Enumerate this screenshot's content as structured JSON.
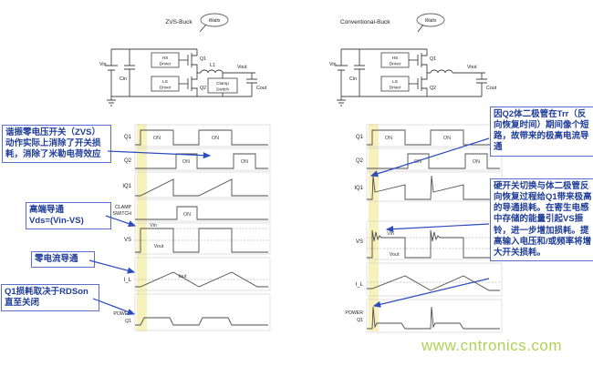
{
  "watermark": "www.cntronics.com",
  "wave": {
    "on": "ON",
    "vin": "Vin",
    "vout": "Vout",
    "iout": "Iout"
  },
  "left": {
    "title": "ZVS-Buck",
    "logo": "Watts",
    "circuit": {
      "vin": "Vin",
      "cin": "Cin",
      "hs_line1": "HS",
      "hs_line2": "Driver",
      "ls_line1": "LS",
      "ls_line2": "Driver",
      "q1": "Q1",
      "q2": "Q2",
      "l1": "L1",
      "vout": "Vout",
      "cout": "Cout",
      "clamp_line1": "Clamp",
      "clamp_line2": "Switch"
    },
    "rows": [
      [
        "Q1"
      ],
      [
        "Q2"
      ],
      [
        "IQ1"
      ],
      [
        "CLAMP",
        "SWITCH"
      ],
      [
        "VS"
      ],
      [
        "I_L"
      ],
      [
        "POWER",
        "Q1"
      ]
    ]
  },
  "right": {
    "title": "Conventional-Buck",
    "logo": "Watts",
    "circuit": {
      "vin": "Vin",
      "cin": "Cin",
      "hs_line1": "HS",
      "hs_line2": "Driver",
      "ls_line1": "LS",
      "ls_line2": "Driver",
      "q1": "Q1",
      "q2": "Q2",
      "vout": "Vout",
      "cout": "Cout"
    },
    "rows": [
      [
        "Q1"
      ],
      [
        "Q2"
      ],
      [
        "IQ1"
      ],
      [
        "VS"
      ],
      [
        "I_L"
      ],
      [
        "POWER",
        "Q1"
      ]
    ]
  },
  "annotations": {
    "zvs": "谐振零电压开关（ZVS）动作实际上消除了开关损耗，消除了米勒电荷效应",
    "high_side": "高端导通\nVds=(Vin-VS)",
    "zero_current": "零电流导通",
    "q1_loss": "Q1损耗取决于RDSon直至关闭",
    "trr": "因Q2体二极管在Trr（反向恢复时间）期间像个短路，故带来的极高电流导通",
    "hard_switch": "硬开关切换与体二极管反向恢复过程给Q1带来极高的导通损耗。在寄生电感中存储的能量引起VS振铃，进一步增加损耗。提高输入电压和/或频率将增大开关损耗。"
  }
}
